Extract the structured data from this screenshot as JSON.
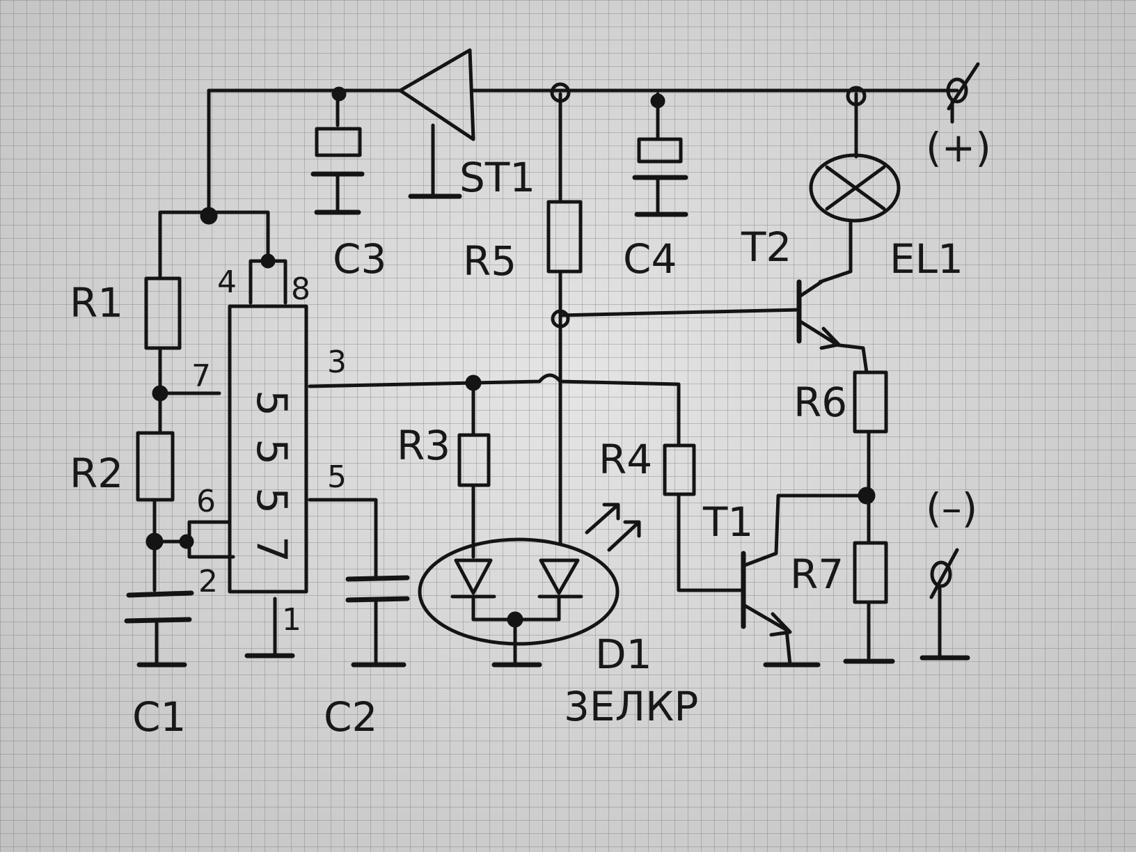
{
  "components": {
    "r1": "R1",
    "r2": "R2",
    "r3": "R3",
    "r4": "R4",
    "r5": "R5",
    "r6": "R6",
    "r7": "R7",
    "c1": "C1",
    "c2": "C2",
    "c3": "C3",
    "c4": "C4",
    "t1": "T1",
    "t2": "T2",
    "el1": "EL1",
    "st1": "ST1",
    "d1": "D1",
    "d1_type": "3ЕЛКР"
  },
  "chip": {
    "part": "7555",
    "digits": [
      "7",
      "5",
      "5",
      "5"
    ],
    "pins": {
      "p1": "1",
      "p2": "2",
      "p3": "3",
      "p4": "4",
      "p5": "5",
      "p6": "6",
      "p7": "7",
      "p8": "8"
    }
  },
  "terminals": {
    "plus": "(+)",
    "minus": "(–)"
  }
}
